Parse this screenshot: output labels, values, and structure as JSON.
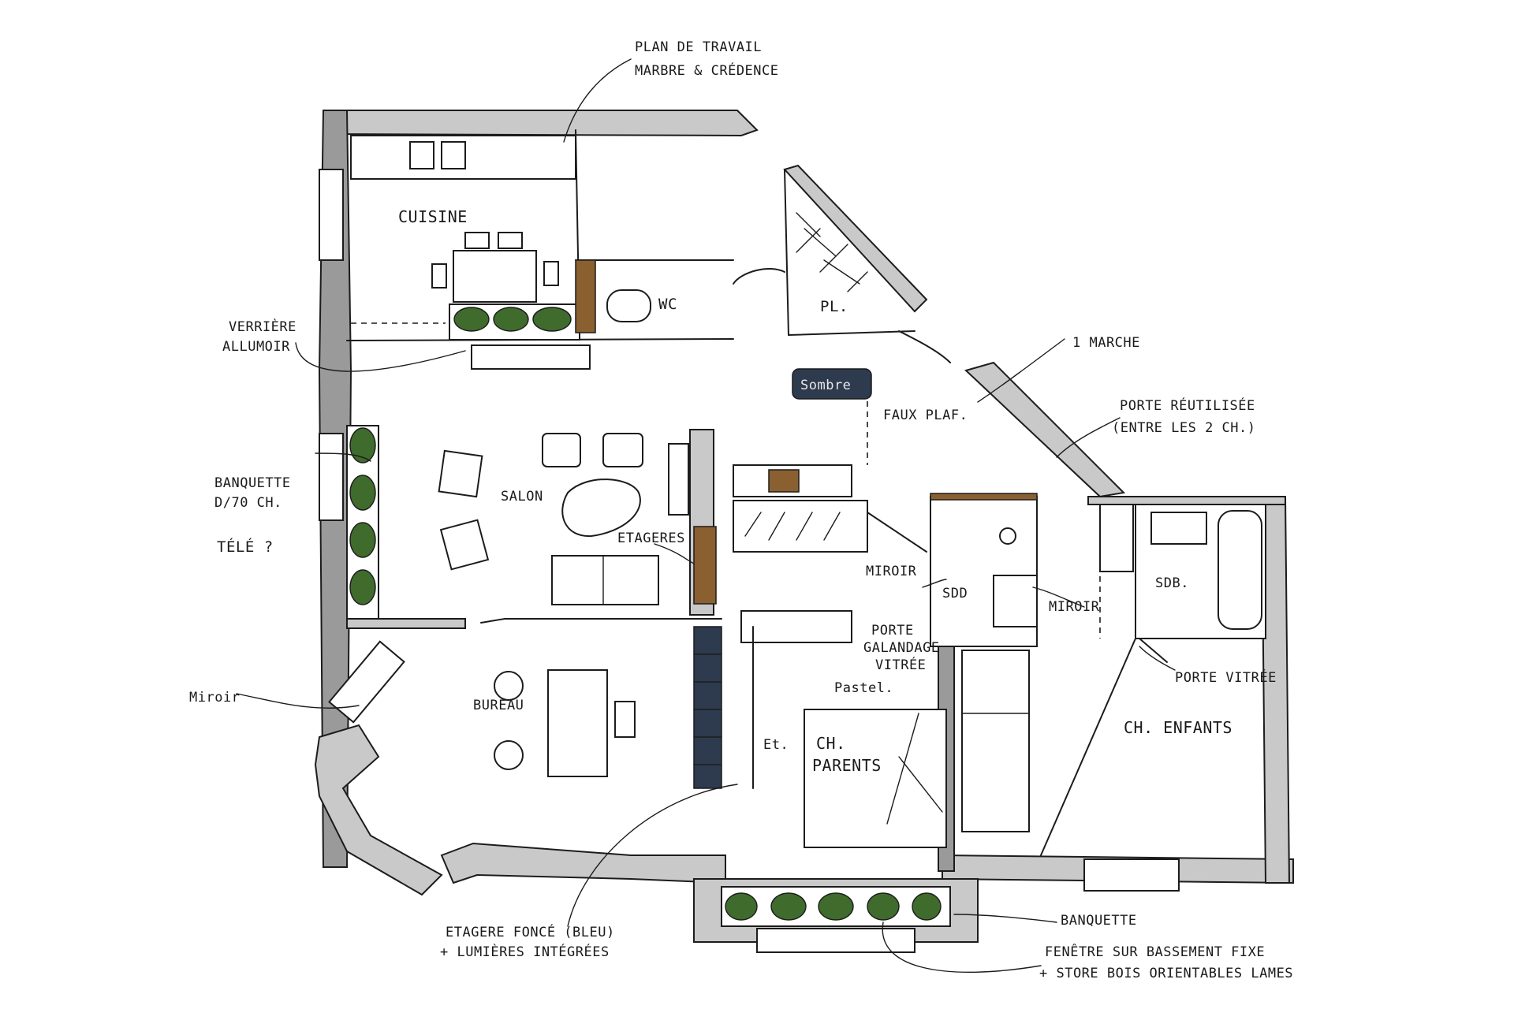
{
  "labels": {
    "plan_de_travail": "PLAN DE TRAVAIL",
    "marbre_credence": "MARBRE & CRÉDENCE",
    "cuisine": "CUISINE",
    "wc": "WC",
    "pl": "PL.",
    "verriere_1": "VERRIÈRE",
    "verriere_2": "ALLUMOIR",
    "sombre": "Sombre",
    "faux_plaf": "FAUX PLAF.",
    "marche": "1 MARCHE",
    "porte_reutilisee_1": "PORTE RÉUTILISÉE",
    "porte_reutilisee_2": "(ENTRE LES 2 CH.)",
    "banquette_1": "BANQUETTE",
    "banquette_2": "D/70 CH.",
    "tele": "TÉLÉ ?",
    "salon": "SALON",
    "etageres": "ETAGERES",
    "miroir_1": "MIROIR",
    "sdd": "SDD",
    "miroir_2": "MIROIR",
    "sdb": "SDB.",
    "porte_galandage_1": "PORTE",
    "porte_galandage_2": "GALANDAGE",
    "porte_galandage_3": "VITRÉE",
    "porte_vitree": "PORTE VITRÉE",
    "pastel": "Pastel.",
    "miroir_left": "Miroir",
    "bureau": "BUREAU",
    "et": "Et.",
    "ch_parents_1": "CH.",
    "ch_parents_2": "PARENTS",
    "ch_enfants": "CH. ENFANTS",
    "etagere_fonce_1": "ETAGERE FONCÉ (BLEU)",
    "etagere_fonce_2": "+ LUMIÈRES INTÉGRÉES",
    "banquette_bottom": "BANQUETTE",
    "fenetre_1": "FENÊTRE SUR BASSEMENT FIXE",
    "fenetre_2": "+ STORE BOIS ORIENTABLES LAMES"
  },
  "colors": {
    "wall": "#c9c9c9",
    "plant": "#3f6b2c",
    "wood": "#8a6030",
    "navy": "#2e3a4e"
  }
}
